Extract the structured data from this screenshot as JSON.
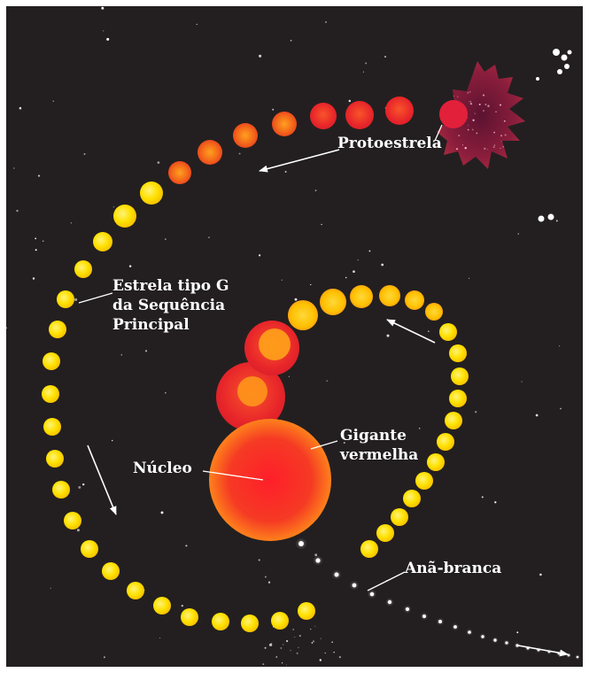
{
  "diagram": {
    "labels": {
      "protostar": "Protoestrela",
      "g_star_line1": "Estrela tipo G",
      "g_star_line2": "da Sequência",
      "g_star_line3": "Principal",
      "nucleus": "Núcleo",
      "red_giant_line1": "Gigante",
      "red_giant_line2": "vermelha",
      "white_dwarf": "Anã-branca"
    },
    "colors": {
      "background": "#231f20",
      "yellow_star": "#ffe500",
      "orange_star": "#ff8c1a",
      "red_star": "#e8202a",
      "white_dwarf": "#ffffff",
      "nebula": "#8a1d3c"
    }
  }
}
